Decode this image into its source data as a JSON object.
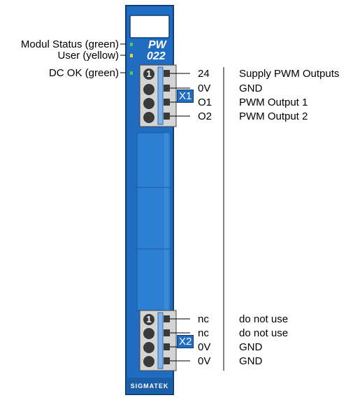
{
  "module": {
    "model_line1": "PW",
    "model_line2": "022",
    "brand": "SIGMATEK"
  },
  "leds": [
    {
      "label": "Modul Status (green)",
      "color": "#4ccf55"
    },
    {
      "label": "User (yellow)",
      "color": "#e8d23a"
    },
    {
      "label": "DC OK (green)",
      "color": "#4ccf55"
    }
  ],
  "connectors": [
    {
      "name": "X1",
      "first_pin_marker": "1",
      "pins": [
        {
          "signal": "24",
          "description": "Supply PWM Outputs"
        },
        {
          "signal": "0V",
          "description": "GND"
        },
        {
          "signal": "O1",
          "description": "PWM Output 1"
        },
        {
          "signal": "O2",
          "description": "PWM Output 2"
        }
      ]
    },
    {
      "name": "X2",
      "first_pin_marker": "1",
      "pins": [
        {
          "signal": "nc",
          "description": "do not use"
        },
        {
          "signal": "nc",
          "description": "do not use"
        },
        {
          "signal": "0V",
          "description": "GND"
        },
        {
          "signal": "0V",
          "description": "GND"
        }
      ]
    }
  ],
  "colors": {
    "module_blue": "#1f6cc0",
    "module_dark": "#0d3f7a",
    "connector_gray": "#d4d4d4"
  }
}
